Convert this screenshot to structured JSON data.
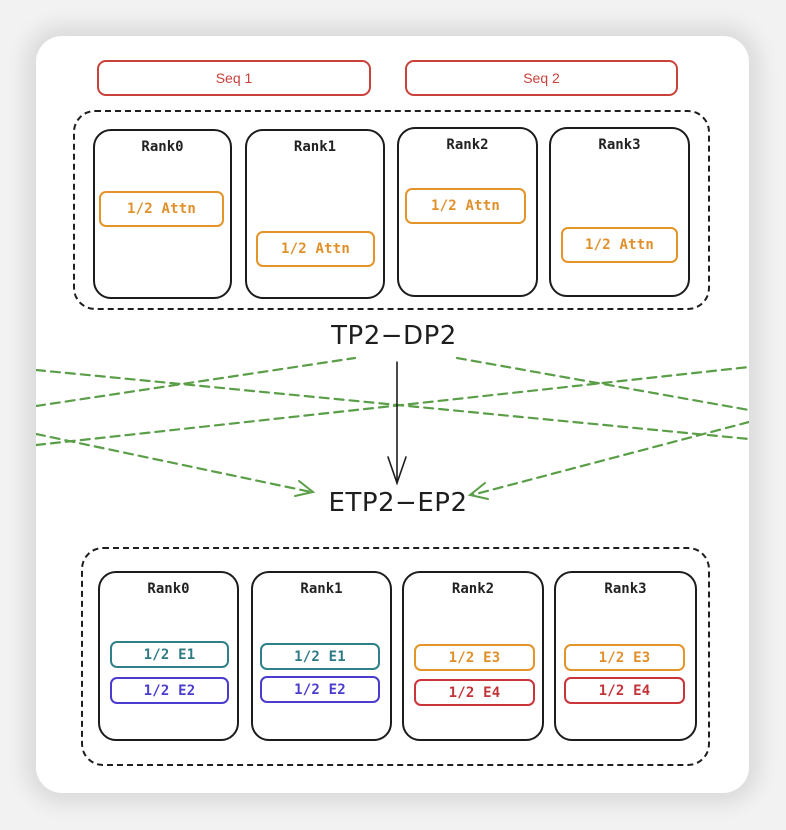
{
  "diagram": {
    "top": {
      "sequences": [
        {
          "label": "Seq 1"
        },
        {
          "label": "Seq 2"
        }
      ],
      "ranks": [
        {
          "title": "Rank0",
          "chips": [
            {
              "label": "1/2 Attn",
              "color": "#e3952a",
              "position": "upper"
            }
          ]
        },
        {
          "title": "Rank1",
          "chips": [
            {
              "label": "1/2 Attn",
              "color": "#e3952a",
              "position": "lower"
            }
          ]
        },
        {
          "title": "Rank2",
          "chips": [
            {
              "label": "1/2 Attn",
              "color": "#e3952a",
              "position": "upper"
            }
          ]
        },
        {
          "title": "Rank3",
          "chips": [
            {
              "label": "1/2 Attn",
              "color": "#e3952a",
              "position": "lower"
            }
          ]
        }
      ],
      "label": "TP2−DP2"
    },
    "bottom": {
      "label": "ETP2−EP2",
      "ranks": [
        {
          "title": "Rank0",
          "chips": [
            {
              "label": "1/2  E1",
              "color": "#2f8089"
            },
            {
              "label": "1/2  E2",
              "color": "#4a3ccf"
            }
          ]
        },
        {
          "title": "Rank1",
          "chips": [
            {
              "label": "1/2  E1",
              "color": "#2f8089"
            },
            {
              "label": "1/2  E2",
              "color": "#4a3ccf"
            }
          ]
        },
        {
          "title": "Rank2",
          "chips": [
            {
              "label": "1/2  E3",
              "color": "#e3952a"
            },
            {
              "label": "1/2  E4",
              "color": "#c9353a"
            }
          ]
        },
        {
          "title": "Rank3",
          "chips": [
            {
              "label": "1/2  E3",
              "color": "#e3952a"
            },
            {
              "label": "1/2  E4",
              "color": "#c9353a"
            }
          ]
        }
      ]
    },
    "arrows": {
      "transition": {
        "from": "TP2−DP2",
        "to": "ETP2−EP2",
        "color": "#1e1e1e"
      },
      "green_dashed_color": "#5a9e48"
    }
  }
}
